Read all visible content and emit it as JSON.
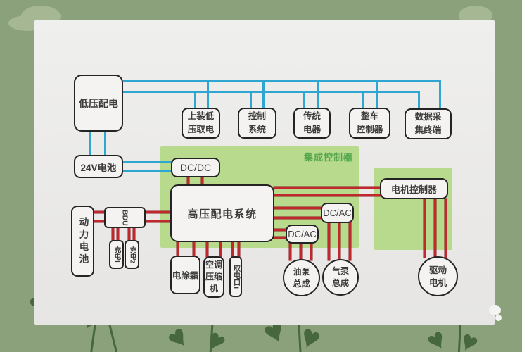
{
  "diagram": {
    "integrated_controller_label": "集成控制器",
    "nodes": {
      "low_voltage_dist": "低压配电",
      "battery_24v": "24V电池",
      "upper_lv_takeoff": "上装低\n压取电",
      "control_system": "控制\n系统",
      "traditional_electrics": "传统\n电器",
      "vehicle_controller": "整车\n控制器",
      "data_collect_terminal": "数据采\n集终端",
      "dc_dc": "DC/DC",
      "hv_distribution": "高压配电系统",
      "motor_controller": "电机控制器",
      "power_battery": "动力电池",
      "bdu": "BDU",
      "charge_1": "充电1",
      "charge_2": "充电2",
      "defroster": "电除霜",
      "ac_compressor": "空调\n压缩\n机",
      "power_port_1": "取电口1",
      "dc_ac_air": "DC/AC",
      "dc_ac_oil": "DC/AC",
      "oil_pump_assy": "油泵\n总成",
      "air_pump_assy": "气泵\n总成",
      "drive_motor": "驱动\n电机"
    },
    "colors": {
      "background": "#8ba17c",
      "card": "#ededeb",
      "integrated_zone": "#b8da8c",
      "low_voltage_wire": "#2fa6d2",
      "high_voltage_wire": "#c1272d",
      "box_border": "#242424",
      "zone_label_text": "#55a84e"
    }
  }
}
